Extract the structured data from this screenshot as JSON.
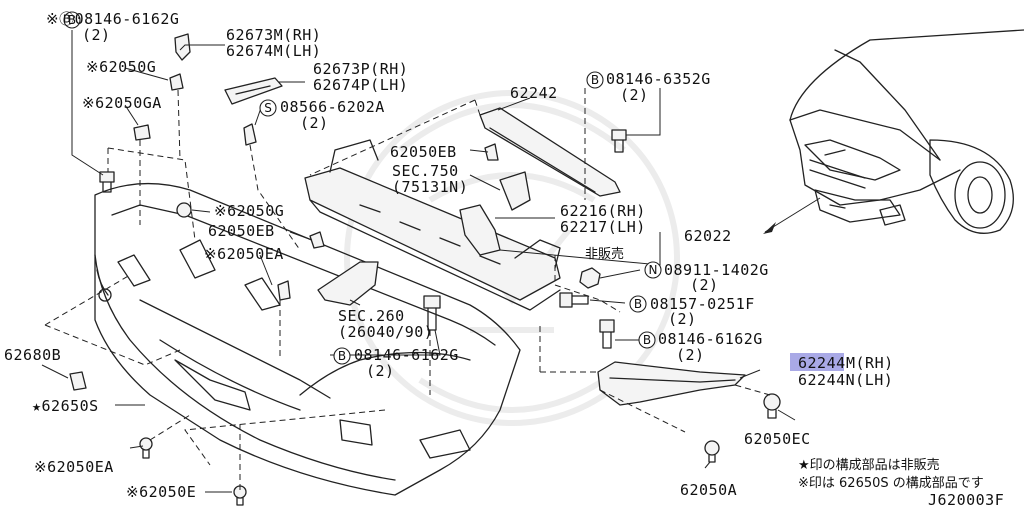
{
  "labels": {
    "b_08146_6162G_top": "※Ⓑ08146-6162G",
    "b_08146_6162G_top_qty": "(2)",
    "p62673M": "62673M(RH)",
    "p62674M": "62674M(LH)",
    "p62050G_top": "※62050G",
    "p62673P": "62673P(RH)",
    "p62674P": "62674P(LH)",
    "s08566": "08566-6202A",
    "s08566_qty": "(2)",
    "p62050GA": "※62050GA",
    "p62242": "62242",
    "b08146_6352G": "08146-6352G",
    "b08146_6352G_qty": "(2)",
    "p62050EB_a": "62050EB",
    "sec750": "SEC.750",
    "sec750_sub": "(75131N)",
    "p62050G_mid": "※62050G",
    "p62050EB_b": "62050EB",
    "p62216": "62216(RH)",
    "p62217": "62217(LH)",
    "p62022": "62022",
    "hihanbai": "非販売",
    "p62050EA_a": "※62050EA",
    "n08911": "08911-1402G",
    "n08911_qty": "(2)",
    "b08157": "08157-0251F",
    "b08157_qty": "(2)",
    "sec260": "SEC.260",
    "sec260_sub": "(26040/90)",
    "b08146_6162G_right": "08146-6162G",
    "b08146_6162G_right_qty": "(2)",
    "p62680B": "62680B",
    "b08146_6162G_bottom": "08146-6162G",
    "b08146_6162G_bottom_qty": "(2)",
    "p62244M_num": "62244",
    "p62244M_rest": "M(RH)",
    "p62244N": "62244N(LH)",
    "p62650S": "★62650S",
    "p62050EC": "62050EC",
    "p62050EA_b": "※62050EA",
    "p62050E": "※62050E",
    "p62050A": "62050A",
    "note1": "★印の構成部品は非販売",
    "note2": "※印は 62650S の構成部品です",
    "diagram_id": "J620003F"
  },
  "circles": {
    "B": "B",
    "S": "S",
    "N": "N"
  },
  "colors": {
    "highlight": "#a9a9e6",
    "line": "#222222"
  }
}
